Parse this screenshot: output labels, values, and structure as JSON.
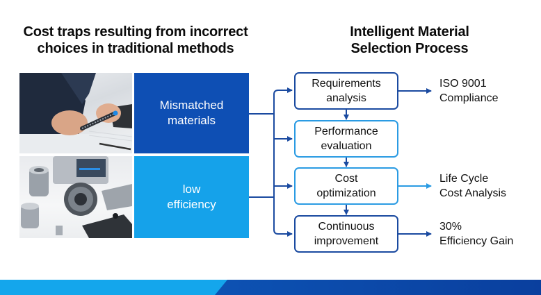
{
  "left_section": {
    "title_line1": "Cost traps resulting from incorrect",
    "title_line2": "choices in traditional methods",
    "items": [
      {
        "image": "person-holding-material-sample-photo",
        "label": "Mismatched materials",
        "label_line1": "Mismatched",
        "label_line2": "materials",
        "color": "#0E4FB4"
      },
      {
        "image": "machined-metal-parts-and-equipment-photo",
        "label": "low efficiency",
        "label_line1": "low",
        "label_line2": "efficiency",
        "color": "#15A2EA"
      }
    ]
  },
  "right_section": {
    "title_line1": "Intelligent Material",
    "title_line2": "Selection Process",
    "steps": [
      {
        "line1": "Requirements",
        "line2": "analysis",
        "border_color": "#1A4AA0",
        "outcome_line1": "ISO 9001",
        "outcome_line2": "Compliance"
      },
      {
        "line1": "Performance",
        "line2": "evaluation",
        "border_color": "#2A9BE3",
        "outcome_line1": null,
        "outcome_line2": null
      },
      {
        "line1": "Cost",
        "line2": "optimization",
        "border_color": "#2A9BE3",
        "outcome_line1": "Life Cycle",
        "outcome_line2": "Cost Analysis"
      },
      {
        "line1": "Continuous",
        "line2": "improvement",
        "border_color": "#1A4AA0",
        "outcome_line1": "30%",
        "outcome_line2": "Efficiency Gain"
      }
    ]
  },
  "colors": {
    "dark_blue": "#0E4FB4",
    "light_blue": "#15A2EA",
    "connector_dark": "#1A4AA0",
    "connector_light": "#2A9BE3"
  }
}
